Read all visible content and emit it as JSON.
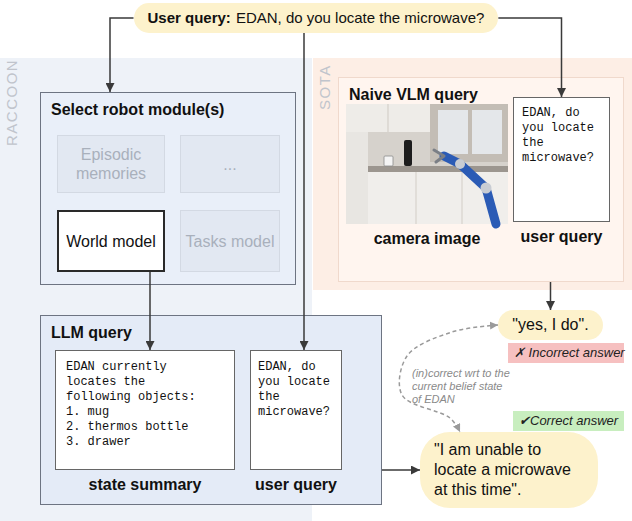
{
  "diagram": {
    "nodes": [
      {
        "text": [
          "User query:",
          "EDAN, do you locate the microwave?"
        ]
      },
      {
        "text": [
          "RACCOON"
        ]
      },
      {
        "text": [
          "Select robot module(s)"
        ],
        "in": 1
      },
      {
        "text": [
          "Episodic memories"
        ],
        "in": 2
      },
      {
        "text": [
          "..."
        ],
        "in": 2
      },
      {
        "text": [
          "World model"
        ],
        "in": 2
      },
      {
        "text": [
          "Tasks model"
        ],
        "in": 2
      },
      {
        "text": [
          "LLM query"
        ],
        "in": 1
      },
      {
        "text": [
          "EDAN currently locates the following objects:",
          "1. mug",
          "2. thermos bottle",
          "3. drawer",
          "state summary"
        ],
        "in": 7
      },
      {
        "text": [
          "EDAN, do you locate the microwave?",
          "user query"
        ],
        "in": 7
      },
      {
        "text": [
          "SOTA"
        ]
      },
      {
        "text": [
          "Naive VLM query"
        ],
        "in": 10
      },
      {
        "text": [
          "camera image"
        ],
        "in": 11
      },
      {
        "text": [
          "EDAN, do you locate the microwave?",
          "user query"
        ],
        "in": 11
      },
      {
        "text": [
          "\"yes, I do\"."
        ]
      },
      {
        "text": [
          "✗ Incorrect answer"
        ]
      },
      {
        "text": [
          "✔Correct answer"
        ]
      },
      {
        "text": [
          "\"I am unable to locate a microwave at this time\"."
        ]
      }
    ],
    "edges": [
      {
        "from": 0,
        "to": 2,
        "arrow": "to"
      },
      {
        "from": 0,
        "to": 9,
        "arrow": "to"
      },
      {
        "from": 0,
        "to": 13,
        "arrow": "to"
      },
      {
        "from": 5,
        "to": 8,
        "arrow": "to"
      },
      {
        "from": 11,
        "to": 14,
        "arrow": "to"
      },
      {
        "from": 7,
        "to": 17,
        "arrow": "to"
      },
      {
        "from": 14,
        "to": 17,
        "arrow": "both",
        "label": "(in)correct wrt to the current belief state of EDAN"
      }
    ]
  }
}
